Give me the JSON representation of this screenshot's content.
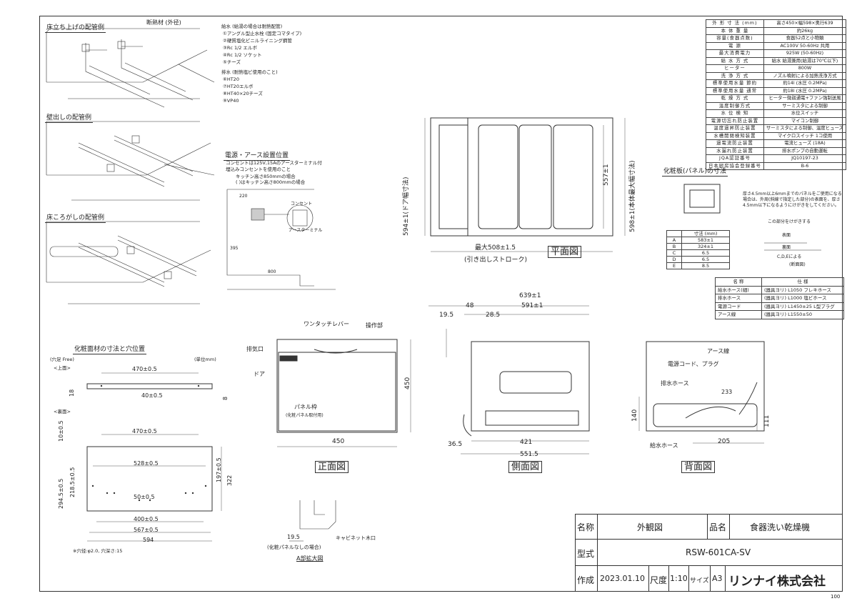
{
  "sections": {
    "floor_up": "床立ち上げの配管例",
    "wall_out": "壁出しの配管例",
    "floor_drop": "床ころがしの配管例",
    "power_pos": "電源・アース設置位置",
    "panel_dims": "化粧板(パネル)の寸法",
    "face_holes": "化粧面材の寸法と穴位置"
  },
  "notes": {
    "insulation": "断熱材 (外径)",
    "supply_heading": "給水 (給湯の場合は耐熱配管)",
    "supply_items": [
      "①アングル型止水栓 (固定コマタイプ)",
      "②硬質塩化ビニルライニング鋼管",
      "③Rc 1/2 エルボ",
      "④Rc 1/2 ソケット",
      "⑤チーズ"
    ],
    "drain_heading": "排水 (耐熱塩ビ使用のこと)",
    "drain_items": [
      "⑥HT20",
      "⑦HT20エルボ",
      "⑧HT40×20チーズ",
      "⑨VP40"
    ],
    "power_note_1": "コンセントは125V,15Aのアースターミナル付",
    "power_note_2": "埋込みコンセントを使用のこと",
    "power_note_3": "キッチン高さ850mmの場合",
    "power_note_4": "( )はキッチン高さ800mmの場合",
    "outlet": "コンセント",
    "earth_terminal": "アースターミナル",
    "panel_note": "厚さ4.5mm以上6mmまでのパネルをご使用になる場合は、外周(斜線で指定した部分)の表面を、厚さ4.5mm以下になるようにけがきをしてください。",
    "panel_gauge": "この部分をけがきする",
    "surface": "表面",
    "back": "裏面",
    "by_cde": "C,D,Eによる",
    "section": "(断面図)",
    "free": "(穴足 Free)",
    "unit": "(単位mm)",
    "top_face": "<上面>",
    "back_face": "<裏面>",
    "hole_note": "※穴径:φ2.0, 穴深さ:15",
    "no_panel": "(化粧パネルなしの場合)",
    "cabinet_edge": "キャビネット木口",
    "detail_a": "A部拡大図"
  },
  "spec": [
    {
      "k": "外 形 寸 法 (mm)",
      "v": "高さ450×幅598×奥行639"
    },
    {
      "k": "本 体 重 量",
      "v": "約26kg"
    },
    {
      "k": "容量(食器点数)",
      "v": "食器52点と小物類"
    },
    {
      "k": "電 源",
      "v": "AC100V 50-60Hz 共用"
    },
    {
      "k": "最大消費電力",
      "v": "925W (50-60Hz)"
    },
    {
      "k": "給 水 方 式",
      "v": "給水 給湯兼用(給湯は70℃以下)"
    },
    {
      "k": "ヒーター",
      "v": "800W"
    },
    {
      "k": "洗 浄 方 式",
      "v": "ノズル噴射による加熱洗浄方式"
    },
    {
      "k": "標準使用水量 節約",
      "v": "約14l (水圧 0.2MPa)"
    },
    {
      "k": "標準使用水量 通常",
      "v": "約18l (水圧 0.2MPa)"
    },
    {
      "k": "乾 燥 方 式",
      "v": "ヒーター微弱通電+ファン強制送風"
    },
    {
      "k": "温度制御方式",
      "v": "サーミスタによる制御"
    },
    {
      "k": "水 位 検 知",
      "v": "水位スイッチ"
    },
    {
      "k": "電源切忘れ防止装置",
      "v": "マイコン制御"
    },
    {
      "k": "温度過昇防止装置",
      "v": "サーミスタによる制御、温度ヒューズ"
    },
    {
      "k": "水槽開閉検知装置",
      "v": "マイクロスイッチ 1コ使用"
    },
    {
      "k": "過電流防止装置",
      "v": "電流ヒューズ (18A)"
    },
    {
      "k": "水漏れ防止装置",
      "v": "排水ポンプの自動運転"
    },
    {
      "k": "JQA認証番号",
      "v": "JQ10197-23"
    },
    {
      "k": "日本厨房協会登録番号",
      "v": "B-6"
    }
  ],
  "panel_table": {
    "header": [
      "",
      "寸法 (mm)"
    ],
    "rows": [
      [
        "A",
        "583±1"
      ],
      [
        "B",
        "324±1"
      ],
      [
        "C",
        "6.5"
      ],
      [
        "D",
        "6.5"
      ],
      [
        "E",
        "8.5"
      ]
    ]
  },
  "parts": {
    "header": [
      "名 称",
      "仕 様"
    ],
    "rows": [
      [
        "給水ホース(細)",
        "(器具ヨリ) L1050 フレキホース"
      ],
      [
        "排水ホース",
        "(器具ヨリ) L1000 塩ビホース"
      ],
      [
        "電源コード",
        "(器具ヨリ) L1450±25 L型プラグ"
      ],
      [
        "アース線",
        "(器具ヨリ) L1550±50"
      ]
    ]
  },
  "views": {
    "plan": "平面図",
    "front": "正面図",
    "side": "側面図",
    "back": "背面図"
  },
  "dims": {
    "plan_depth": "最大508±1.5",
    "plan_stroke": "(引き出しストローク)",
    "door_width": "594±1(ドア幅寸法)",
    "body_width": "598±1(本体最大幅寸法)",
    "inner": "557±1",
    "front_width": "450",
    "front_height": "450",
    "side_total": "639±1",
    "side_inner": "591±1",
    "side_48": "48",
    "side_19_5": "19.5",
    "side_28_5": "28.5",
    "side_421": "421",
    "side_551_5": "551.5",
    "side_36_5": "36.5",
    "back_205": "205",
    "back_233": "233",
    "back_140": "140",
    "back_111": "111",
    "hole_470": "470±0.5",
    "hole_40": "40±0.5",
    "hole_528": "528±0.5",
    "hole_50": "50±0.5",
    "hole_400": "400±0.5",
    "hole_567": "567±0.5",
    "hole_594": "594",
    "hole_322": "322",
    "hole_197": "197±0.5",
    "hole_218": "218.5±0.5",
    "hole_294": "294.5±0.5",
    "hole_10": "10±0.5",
    "hole_18": "18",
    "hole_8": "8",
    "a_19_5": "19.5",
    "power_220": "220",
    "power_395": "395",
    "power_800": "800"
  },
  "front_labels": {
    "lever": "ワンタッチレバー",
    "panel": "操作部",
    "vent": "排気口",
    "door": "ドア",
    "frame": "パネル枠",
    "frame_sub": "(化粧パネル取付用)"
  },
  "back_labels": {
    "earth": "アース線",
    "cord": "電源コード、プラグ",
    "drain": "排水ホース",
    "supply": "給水ホース"
  },
  "title_block": {
    "name_lbl": "名称",
    "name_val": "外観図",
    "product_lbl": "品名",
    "product_val": "食器洗い乾燥機",
    "model_lbl": "型式",
    "model_val": "RSW-601CA-SV",
    "made_lbl": "作成",
    "made_val": "2023.01.10",
    "scale_lbl": "尺度",
    "scale_val": "1:10",
    "size_lbl": "サイズ",
    "size_val": "A3",
    "company": "リンナイ株式会社",
    "page": "100"
  }
}
